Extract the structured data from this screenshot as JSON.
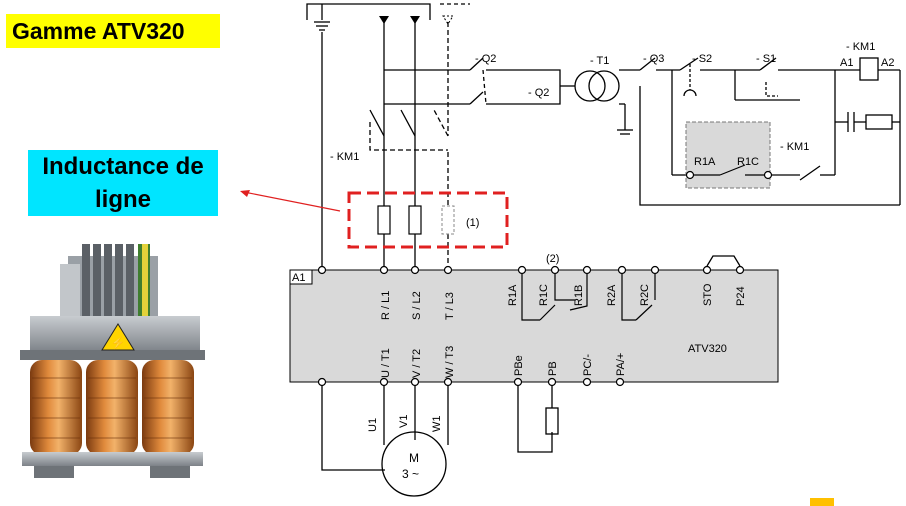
{
  "title": "Gamme ATV320",
  "inductance_label": "Inductance de ligne",
  "labels": {
    "q2_top": "- Q2",
    "q2_mid": "- Q2",
    "t1": "- T1",
    "q3": "- Q3",
    "s2": "- S2",
    "s1": "- S1",
    "km1_coil": "- KM1",
    "a1_coil": "A1",
    "a2_coil": "A2",
    "km1_main": "- KM1",
    "km1_aux": "- KM1",
    "r1a_aux": "R1A",
    "r1c_aux": "R1C",
    "note1": "(1)",
    "note2": "(2)",
    "a1_drive": "A1",
    "drive_name": "ATV320",
    "motor_m": "M",
    "motor_phase": "3 ~",
    "terminals_top": [
      "R / L1",
      "S / L2",
      "T / L3",
      "R1A",
      "R1C",
      "R1B",
      "R2A",
      "R2C",
      "STO",
      "P24"
    ],
    "terminals_bottom": [
      "U / T1",
      "V / T2",
      "W / T3",
      "PBe",
      "PB",
      "PC/-",
      "PA/+"
    ],
    "motor_leads": [
      "U1",
      "V1",
      "W1"
    ]
  },
  "colors": {
    "title_bg": "#ffff00",
    "inductance_bg": "#00e5ff",
    "highlight_box": "#e02020",
    "drive_box": "#d9d9d9",
    "relay_box": "#d9d9d9"
  }
}
